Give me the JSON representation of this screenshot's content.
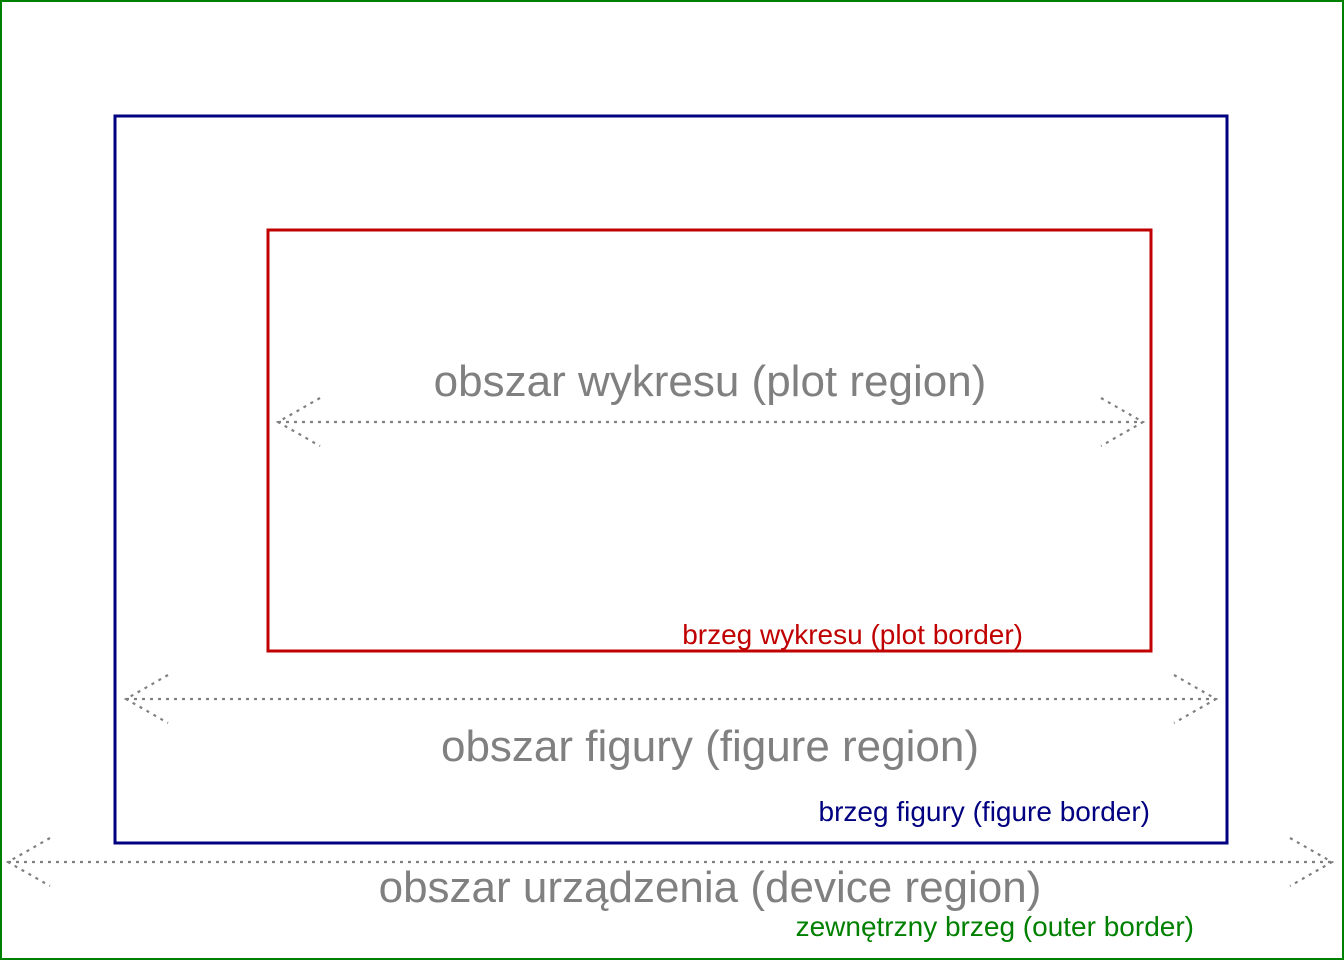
{
  "colors": {
    "outer": "#008000",
    "figure": "#000080",
    "plot": "#c00000",
    "region_text": "#808080",
    "arrows": "#808080"
  },
  "device": {
    "region_label": "obszar urządzenia (device region)",
    "border_label": "zewnętrzny brzeg (outer border)"
  },
  "figure": {
    "region_label": "obszar figury (figure region)",
    "border_label": "brzeg figury (figure border)"
  },
  "plot": {
    "region_label": "obszar wykresu (plot region)",
    "border_label": "brzeg wykresu (plot border)"
  }
}
